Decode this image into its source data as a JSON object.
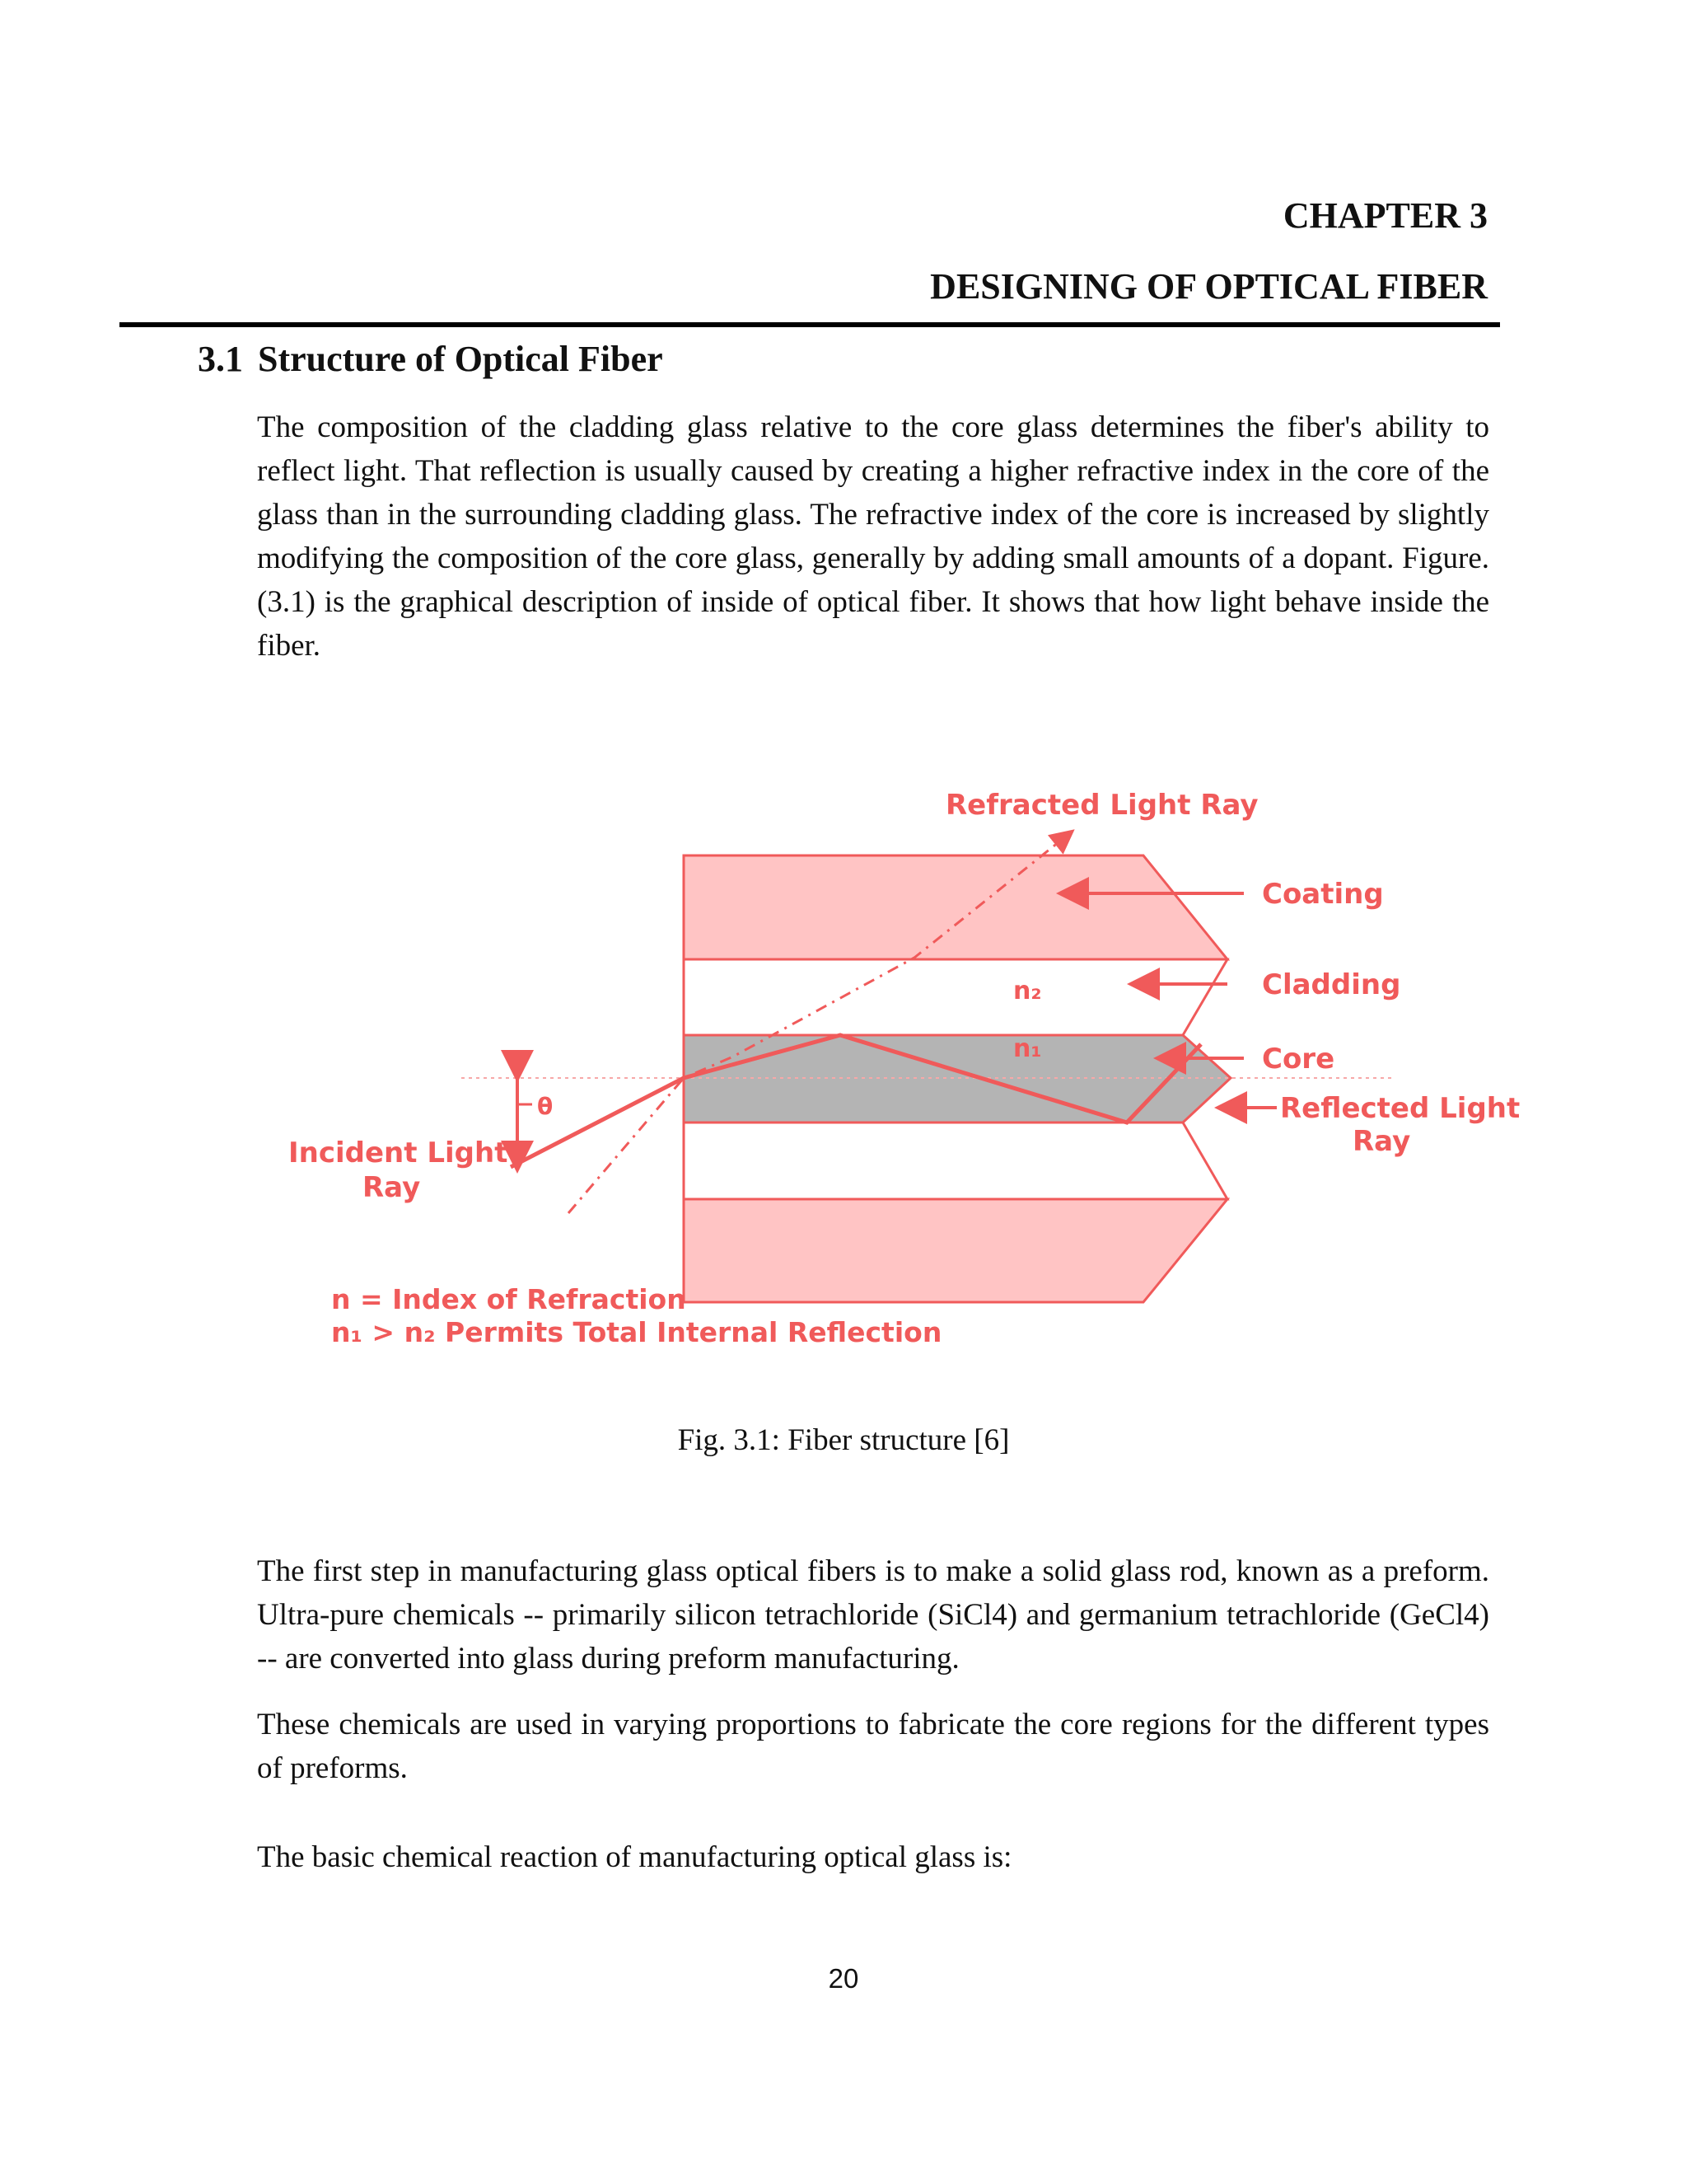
{
  "header": {
    "chapter": "CHAPTER 3",
    "title": "DESIGNING OF OPTICAL FIBER"
  },
  "section": {
    "number": "3.1",
    "title": "Structure of Optical Fiber"
  },
  "paragraphs": [
    "The composition of the cladding glass relative to the core glass determines the fiber's ability to reflect light. That reflection is usually caused by creating a higher refractive index in the core of the glass than in the surrounding cladding glass. The refractive index of the core is increased by slightly modifying the composition of the core glass, generally by adding small amounts of a dopant. Figure. (3.1) is the graphical description of inside of optical fiber. It shows that how light behave inside the fiber.",
    "The first step in manufacturing glass optical fibers is to make a solid glass rod, known as a preform. Ultra-pure chemicals -- primarily silicon tetrachloride (SiCl4) and germanium tetrachloride (GeCl4) -- are converted into glass during preform manufacturing.",
    "These chemicals are used in varying proportions to fabricate the core regions for the different types of preforms.",
    "The basic chemical reaction of manufacturing optical glass is:"
  ],
  "figure": {
    "labels": {
      "refracted": "Refracted Light Ray",
      "coating": "Coating",
      "cladding": "Cladding",
      "core": "Core",
      "reflected_1": "Reflected Light",
      "reflected_2": "Ray",
      "incident_1": "Incident Light",
      "incident_2": "Ray",
      "theta": "θ",
      "n2": "n₂",
      "n1": "n₁",
      "legend_1": "n = Index of Refraction",
      "legend_2": "n₁ > n₂ Permits Total Internal Reflection"
    },
    "colors": {
      "red": "#f05a5a",
      "light_red": "#ffc4c4",
      "core_gray": "#b4b4b4"
    },
    "caption": "Fig. 3.1: Fiber structure [6]"
  },
  "page_number": "20"
}
